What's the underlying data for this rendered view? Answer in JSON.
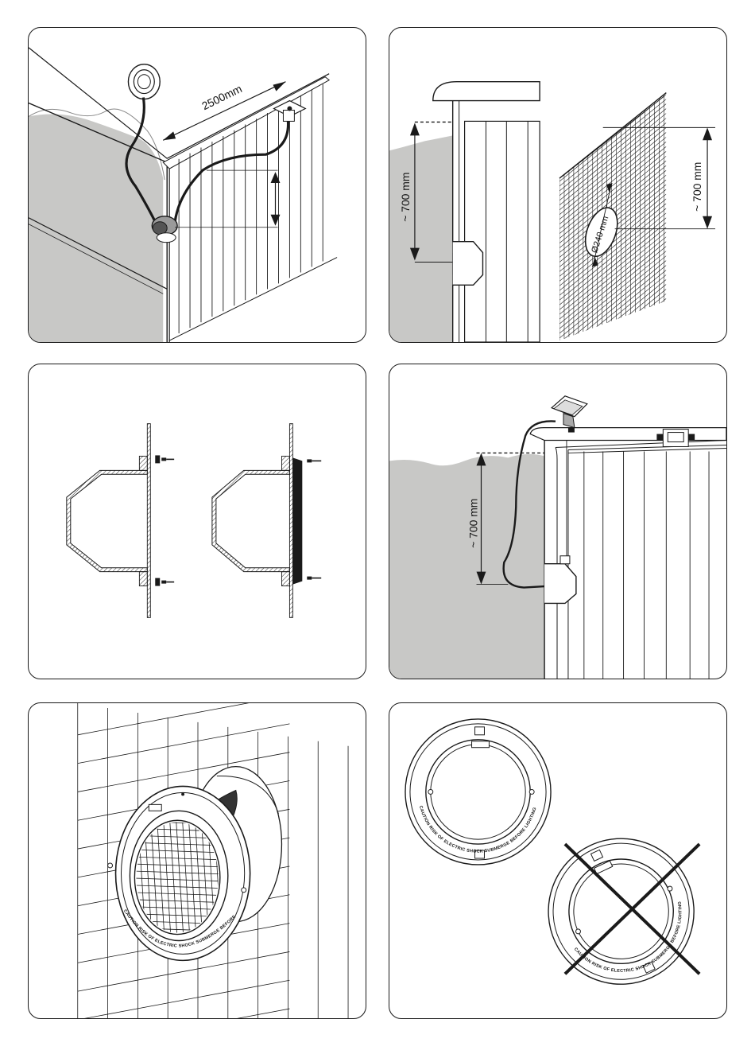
{
  "panels": {
    "p1": {
      "dimension_label": "2500mm"
    },
    "p2": {
      "depth_label": "~ 700 mm",
      "height_label": "~ 700 mm",
      "diameter_label": "Ø240 mm"
    },
    "p4": {
      "depth_label": "~ 700 mm"
    },
    "p5": {
      "ring_text": "CAUTION RISK OF ELECTRIC SHOCK SUBMERGE BEFORE LIGHTING"
    },
    "p6": {
      "ring_text": "CAUTION RISK OF ELECTRIC SHOCK SUBMERGE BEFORE LIGHTING",
      "ring_text_crossed": "CAUTION RISK OF ELECTRIC SHOCK SUBMERGE BEFORE LIGHTING"
    }
  },
  "colors": {
    "water": "#c8c8c6",
    "line": "#1a1a1a"
  },
  "icons": {
    "wrong_mark": "cross-icon"
  }
}
